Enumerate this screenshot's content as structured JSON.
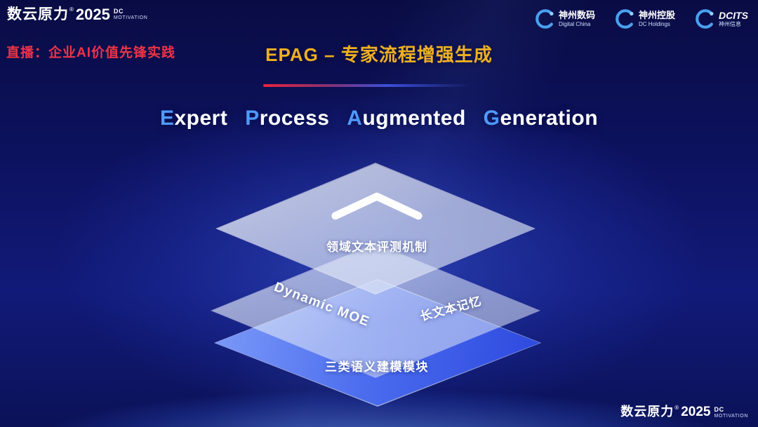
{
  "brand": {
    "name": "数云原力",
    "reg": "®",
    "year": "2025",
    "tag_line1": "DC",
    "tag_line2": "MOTIVATION"
  },
  "header": {
    "live_label": "直播：企业AI价值先锋实践",
    "title": "EPAG – 专家流程增强生成",
    "partner_logos": [
      {
        "icon": "digital-china-swoosh-icon",
        "name": "神州数码",
        "sub": "Digital China"
      },
      {
        "icon": "dc-holdings-swoosh-icon",
        "name": "神州控股",
        "sub": "DC Holdings"
      },
      {
        "icon": "dcits-swoosh-icon",
        "name": "DCITS",
        "sub": "神州信息"
      }
    ]
  },
  "subtitle": {
    "words": [
      {
        "first": "E",
        "rest": "xpert"
      },
      {
        "first": "P",
        "rest": "rocess"
      },
      {
        "first": "A",
        "rest": "ugmented"
      },
      {
        "first": "G",
        "rest": "eneration"
      }
    ]
  },
  "diagram": {
    "layer_top_label": "领域文本评测机制",
    "layer_mid_label_left": "Dynamic MOE",
    "layer_mid_label_right": "长文本记忆",
    "layer_bottom_label": "三类语义建模模块"
  },
  "colors": {
    "accent_gold": "#eeb022",
    "live_red": "#ee3348",
    "highlight_blue": "#4f9bff",
    "layer_blue": "#4a6bee",
    "background_navy": "#0d1260"
  }
}
